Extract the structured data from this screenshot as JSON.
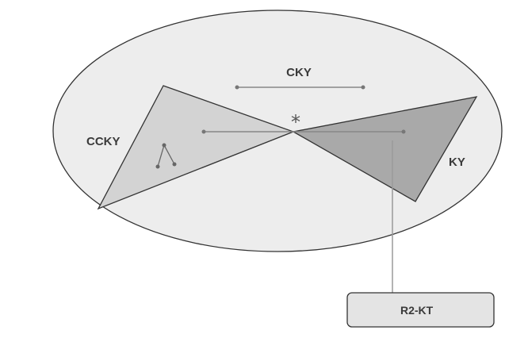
{
  "diagram": {
    "labels": {
      "left_region": "CCKY",
      "top_segment": "CKY",
      "right_region": "KY",
      "output_box": "R2-KT",
      "center_mark": "*"
    },
    "colors": {
      "ellipse_fill": "#ededed",
      "outline": "#333333",
      "left_triangle_fill": "#d3d3d3",
      "right_triangle_fill": "#a9a9a9",
      "connector": "#888888",
      "arrow": "#9a9a9a",
      "box_fill": "#e4e4e4",
      "text": "#3a3a3a"
    }
  }
}
